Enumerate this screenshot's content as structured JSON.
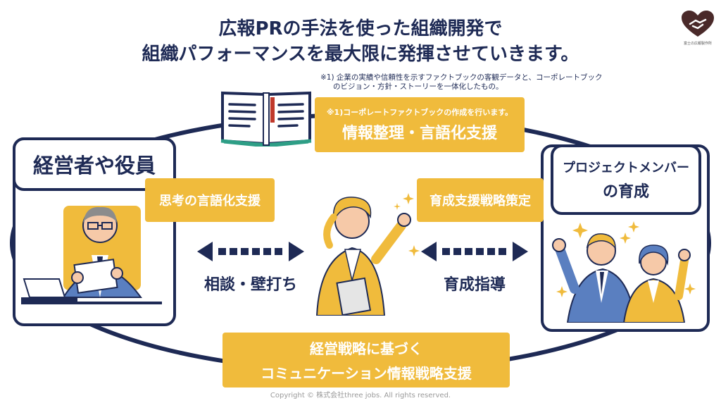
{
  "title": {
    "line1": "広報PRの手法を使った組織開発で",
    "line2": "組織パフォーマンスを最大限に発揮させていきます。"
  },
  "logo": {
    "caption": "富士の広報製作所"
  },
  "footnote": {
    "line1": "※1) 企業の実績や信頼性を示すファクトブックの客観データと、コーポレートブック",
    "line2": "のビジョン・方針・ストーリーを一体化したもの。"
  },
  "top_box": {
    "note": "※1)コーポレートファクトブックの作成を行います。",
    "label": "情報整理・言語化支援"
  },
  "left_panel": {
    "title": "経営者や役員"
  },
  "right_panel": {
    "title_line1": "プロジェクトメンバー",
    "title_line2": "の育成"
  },
  "left_box": {
    "label": "思考の言語化支援"
  },
  "right_box": {
    "label": "育成支援戦略策定"
  },
  "left_arrow": {
    "label": "相談・壁打ち"
  },
  "right_arrow": {
    "label": "育成指導"
  },
  "bottom_box": {
    "line1": "経営戦略に基づく",
    "line2": "コミュニケーション情報戦略支援"
  },
  "copyright": "Copyright © 株式会社three jobs. All rights reserved.",
  "colors": {
    "navy": "#1e2a55",
    "yellow": "#f0bb3c",
    "suit_blue": "#5a7fc0",
    "teal": "#2e9e86"
  },
  "icons": [
    "heart-handshake-logo-icon",
    "open-book-icon",
    "double-arrow-icon",
    "sparkle-icon"
  ]
}
